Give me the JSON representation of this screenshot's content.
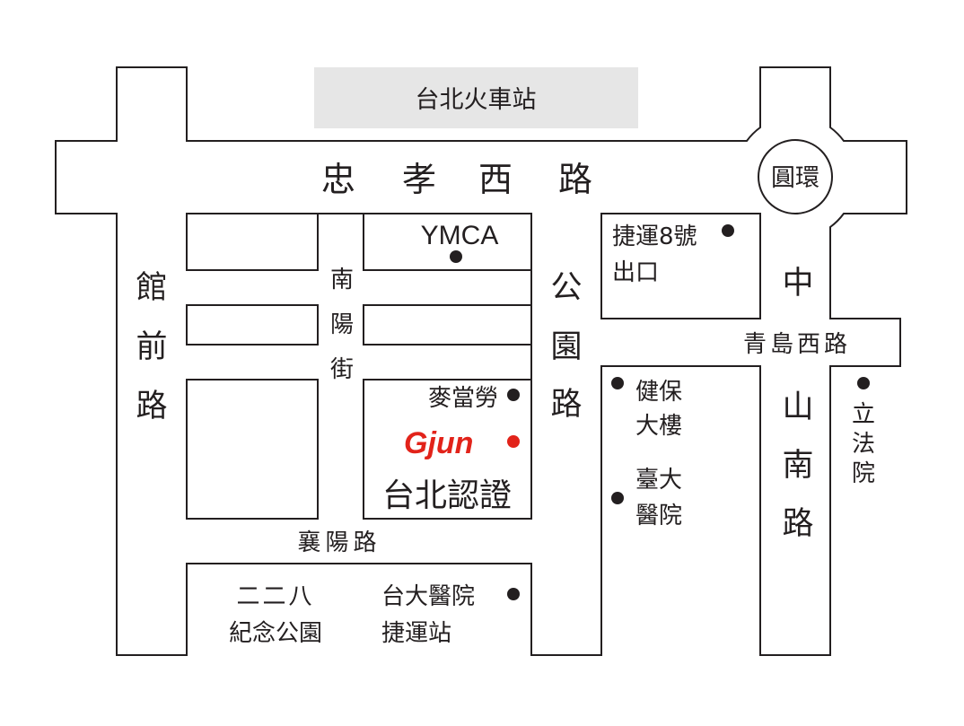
{
  "landmarks": {
    "taipei_station": "台北火車站",
    "roundabout": "圓環",
    "ymca": "YMCA",
    "mrt_exit_8_line1": "捷運8號",
    "mrt_exit_8_line2": "出口",
    "mcdonalds": "麥當勞",
    "brand": "Gjun",
    "center_name": "台北認證",
    "health_building_line1": "健保",
    "health_building_line2": "大樓",
    "ntuh_line1": "臺大",
    "ntuh_line2": "醫院",
    "legislative": [
      "立",
      "法",
      "院"
    ],
    "park_line1": "二二八",
    "park_line2": "紀念公園",
    "ntuh_station_line1": "台大醫院",
    "ntuh_station_line2": "捷運站"
  },
  "roads": {
    "zhongxiao_west": [
      "忠",
      "孝",
      "西",
      "路"
    ],
    "guanqian": [
      "館",
      "前",
      "路"
    ],
    "nanyang": [
      "南",
      "陽",
      "街"
    ],
    "gongyuan": [
      "公",
      "園",
      "路"
    ],
    "qingdao_west": "青島西路",
    "zhongshan_south": [
      "中",
      "山",
      "南",
      "路"
    ],
    "xiangyang": "襄陽路"
  },
  "colors": {
    "line": "#231f20",
    "station_fill": "#e6e6e6",
    "brand_red": "#e2231a"
  }
}
